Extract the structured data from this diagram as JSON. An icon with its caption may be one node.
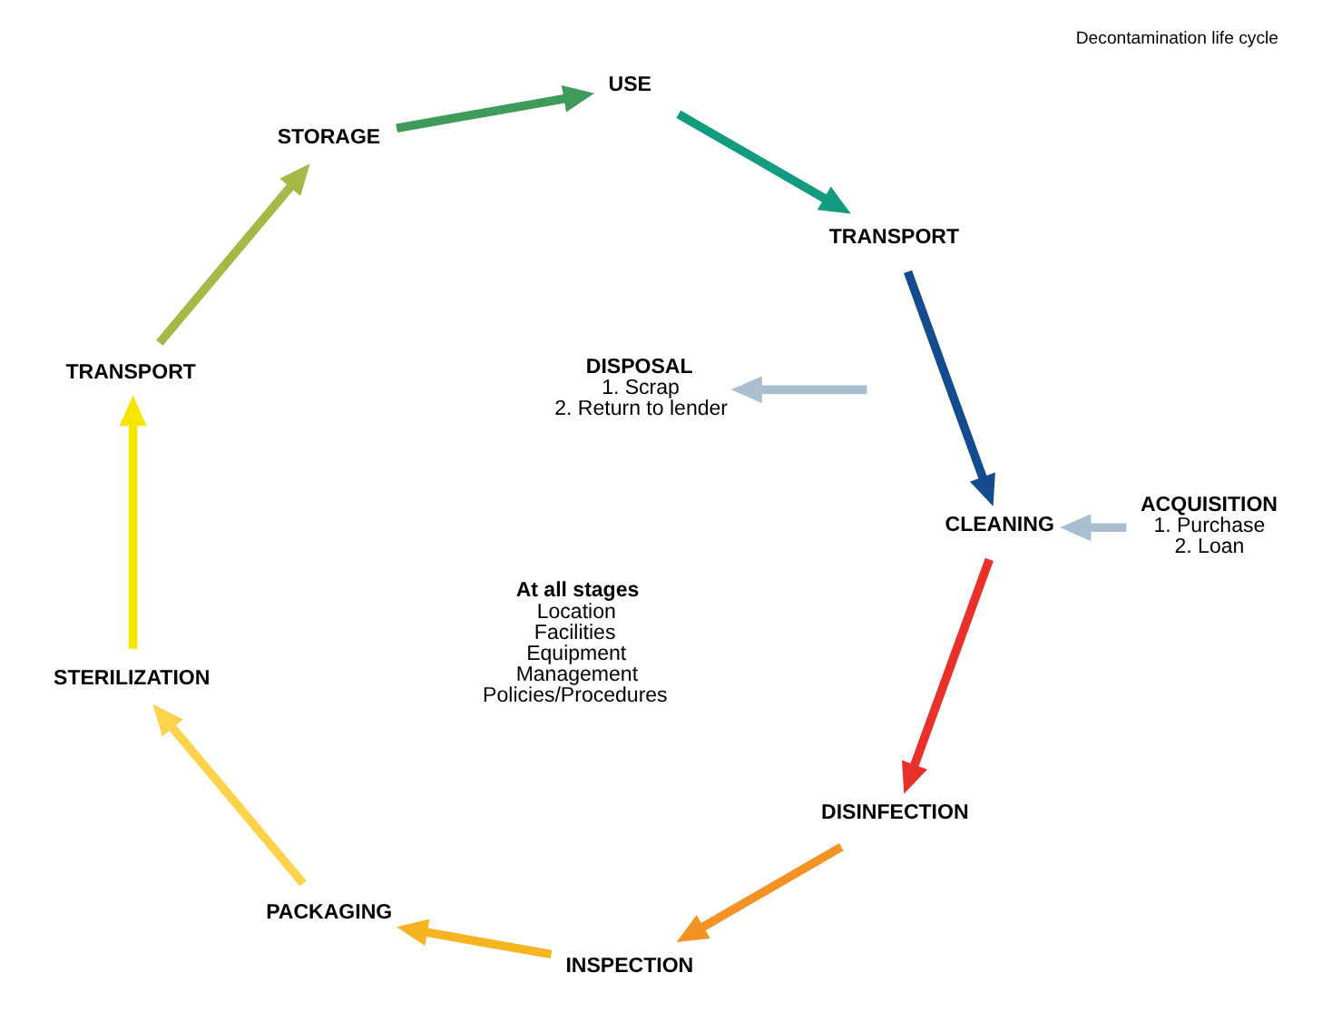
{
  "diagram": {
    "caption": "Decontamination life cycle",
    "nodes": [
      {
        "text": [
          "CLEANING"
        ]
      },
      {
        "text": [
          "DISINFECTION"
        ]
      },
      {
        "text": [
          "INSPECTION"
        ]
      },
      {
        "text": [
          "PACKAGING"
        ]
      },
      {
        "text": [
          "STERILIZATION"
        ]
      },
      {
        "text": [
          "TRANSPORT"
        ]
      },
      {
        "text": [
          "STORAGE"
        ]
      },
      {
        "text": [
          "USE"
        ]
      },
      {
        "text": [
          "TRANSPORT"
        ]
      },
      {
        "text": [
          "ACQUISITION",
          "1. Purchase",
          "2. Loan"
        ]
      },
      {
        "text": [
          "DISPOSAL",
          "1. Scrap",
          "2. Return to lender"
        ]
      },
      {
        "text": [
          "At all stages",
          "Location",
          "Facilities",
          "Equipment",
          "Management",
          "Policies/Procedures"
        ]
      }
    ],
    "edges": [
      {
        "from": 0,
        "to": 1,
        "arrow": "to",
        "color": "#e8312a"
      },
      {
        "from": 1,
        "to": 2,
        "arrow": "to",
        "color": "#f39325"
      },
      {
        "from": 2,
        "to": 3,
        "arrow": "to",
        "color": "#f7b421"
      },
      {
        "from": 3,
        "to": 4,
        "arrow": "to",
        "color": "#fdd34d"
      },
      {
        "from": 4,
        "to": 5,
        "arrow": "to",
        "color": "#f5e600"
      },
      {
        "from": 5,
        "to": 6,
        "arrow": "to",
        "color": "#a4b948"
      },
      {
        "from": 6,
        "to": 7,
        "arrow": "to",
        "color": "#3f9a5b"
      },
      {
        "from": 7,
        "to": 8,
        "arrow": "to",
        "color": "#149a7e"
      },
      {
        "from": 8,
        "to": 0,
        "arrow": "to",
        "color": "#144c8e"
      },
      {
        "from": 9,
        "to": 0,
        "arrow": "to",
        "color": "#a9bfd0"
      },
      {
        "from": null,
        "to": 10,
        "arrow": "to",
        "color": "#a9bfd0"
      }
    ]
  }
}
